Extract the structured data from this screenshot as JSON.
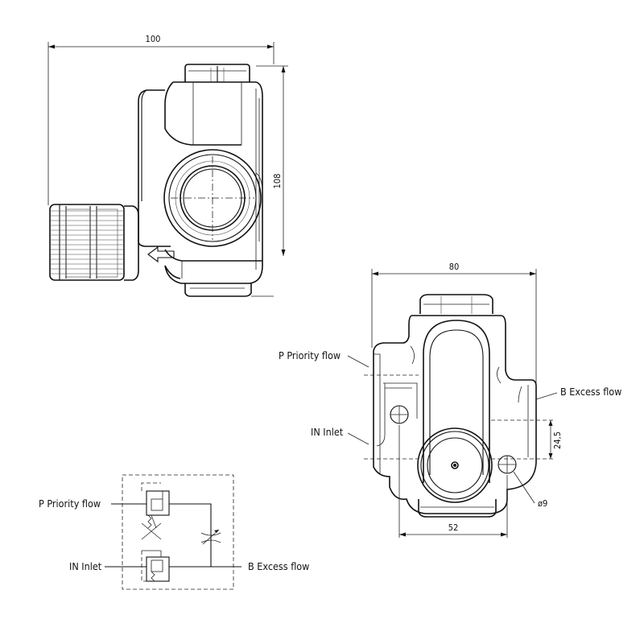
{
  "dimensions": {
    "side_width": "100",
    "side_height": "108",
    "top_width": "80",
    "port_spacing": "24,5",
    "bolt_spacing": "52",
    "hole_diameter": "ø9"
  },
  "ports": {
    "p": "P Priority flow",
    "in": "IN Inlet",
    "b": "B Excess flow"
  },
  "schematic": {
    "p": "P Priority flow",
    "in": "IN Inlet",
    "b": "B Excess flow"
  }
}
